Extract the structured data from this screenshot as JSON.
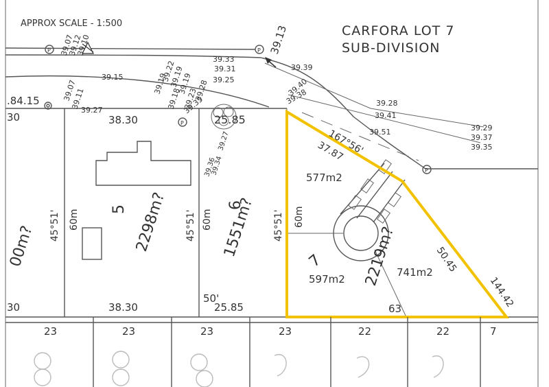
{
  "header": {
    "scale": "APPROX SCALE  -  1:500",
    "title_line1": "CARFORA  LOT  7",
    "title_line2": "SUB-DIVISION"
  },
  "colors": {
    "highlight": "#f2c200",
    "lines": "#555555",
    "text": "#333333"
  },
  "icons": [
    "pole-icon",
    "north-arrow-icon",
    "tree-icon",
    "survey-mark-icon",
    "driveway-icon"
  ],
  "road_levels": {
    "row_a": [
      "39.07",
      "39.12",
      "39.10",
      "39.07",
      "39.11",
      "39.27",
      "39.15"
    ],
    "row_b": [
      "39.19",
      "39.22",
      "39.19",
      "39.19",
      "39.18",
      "39.23",
      "39.28",
      "39.35",
      "39.33",
      "39.31",
      "39.25"
    ],
    "row_c": [
      "39.13",
      "39.39",
      "39.40",
      "39.38"
    ],
    "row_d": [
      "39.28",
      "39.41",
      "39.51"
    ],
    "row_e": [
      "39.29",
      "39.37",
      "39.35"
    ],
    "tree_levels": [
      "39.36",
      "39.34",
      "39.27"
    ],
    "left_mark": ".84.15"
  },
  "lots": {
    "lot_4": {
      "area": "00m?",
      "angle": "45°51'",
      "top": "30",
      "bottom": "30"
    },
    "lot_5": {
      "number": "5",
      "area": "2298m?",
      "angle": "45°51'",
      "depth": "60m",
      "top": "38.30",
      "bottom": "38.30"
    },
    "lot_6": {
      "number": "6",
      "area": "1551m?",
      "angle": "45°51'",
      "depth": "60m",
      "top": "25.85",
      "bottom": "25.85",
      "bottom_prefix": "50'"
    },
    "lot_7": {
      "number": "7",
      "area": "2219m?",
      "depth": "60m",
      "bearing": "167°56'",
      "front": "37.87",
      "side": "50.45",
      "far_side": "144.42",
      "rear": "63",
      "sub_a": "577m2",
      "sub_b": "597m2",
      "sub_c": "741m2"
    }
  },
  "rear_lots": {
    "frontages": [
      "23",
      "23",
      "23",
      "23",
      "22",
      "22",
      "7"
    ]
  }
}
